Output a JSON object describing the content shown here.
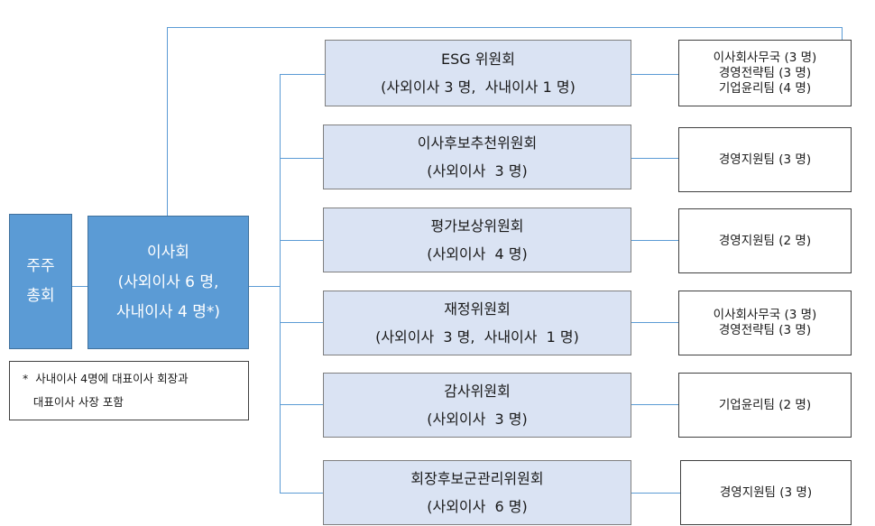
{
  "shareholders": {
    "lines": [
      "주주",
      "총회"
    ]
  },
  "board": {
    "lines": [
      "이사회",
      "(사외이사 6 명,",
      "사내이사 4 명*)"
    ]
  },
  "note": {
    "lines": [
      "*  사내이사 4명에 대표이사 회장과",
      "   대표이사 사장 포함"
    ]
  },
  "committees": [
    {
      "name": "ESG 위원회",
      "members": "(사외이사 3 명,  사내이사 1 명)",
      "teams": [
        "이사회사무국 (3 명)",
        "경영전략팀 (3 명)",
        "기업윤리팀 (4 명)"
      ]
    },
    {
      "name": "이사후보추천위원회",
      "members": "(사외이사  3 명)",
      "teams": [
        "경영지원팀 (3 명)"
      ]
    },
    {
      "name": "평가보상위원회",
      "members": "(사외이사  4 명)",
      "teams": [
        "경영지원팀 (2 명)"
      ]
    },
    {
      "name": "재정위원회",
      "members": "(사외이사  3 명,  사내이사  1 명)",
      "teams": [
        "이사회사무국 (3 명)",
        "경영전략팀 (3 명)"
      ]
    },
    {
      "name": "감사위원회",
      "members": "(사외이사  3 명)",
      "teams": [
        "기업윤리팀 (2 명)"
      ]
    },
    {
      "name": "회장후보군관리위원회",
      "members": "(사외이사  6 명)",
      "teams": [
        "경영지원팀 (3 명)"
      ]
    }
  ]
}
